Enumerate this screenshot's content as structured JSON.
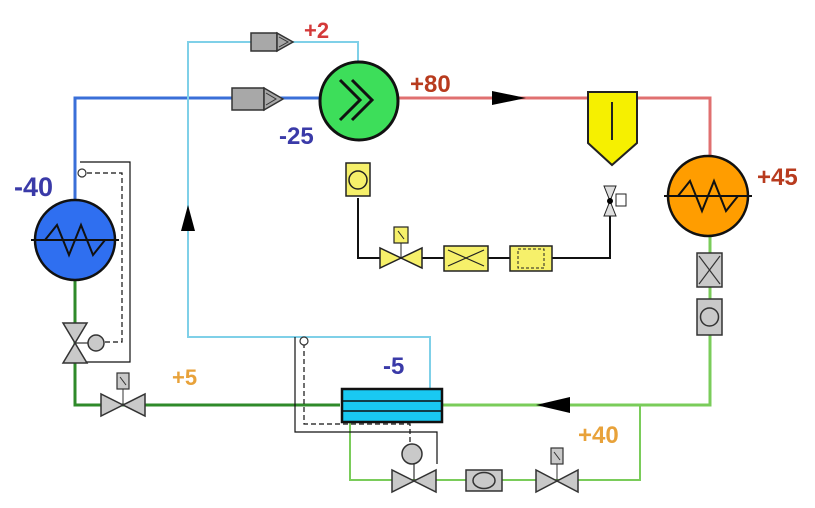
{
  "labels": {
    "suction_superheat": "+2",
    "discharge": "+80",
    "suction": "-25",
    "evaporator": "-40",
    "condenser": "+45",
    "liquid_subcooled": "+5",
    "economizer": "-5",
    "liquid": "+40"
  },
  "colors": {
    "suction_line": "#3a6fd8",
    "economizer_vapor_line": "#7fd0e8",
    "discharge_line": "#e07070",
    "liquid_line": "#7acc5a",
    "liquid_line_dark": "#2f8a2a",
    "oil_line": "#111111",
    "label_blue": "#3a3aa8",
    "label_red": "#b83b1e",
    "label_orange": "#e8a23a"
  }
}
